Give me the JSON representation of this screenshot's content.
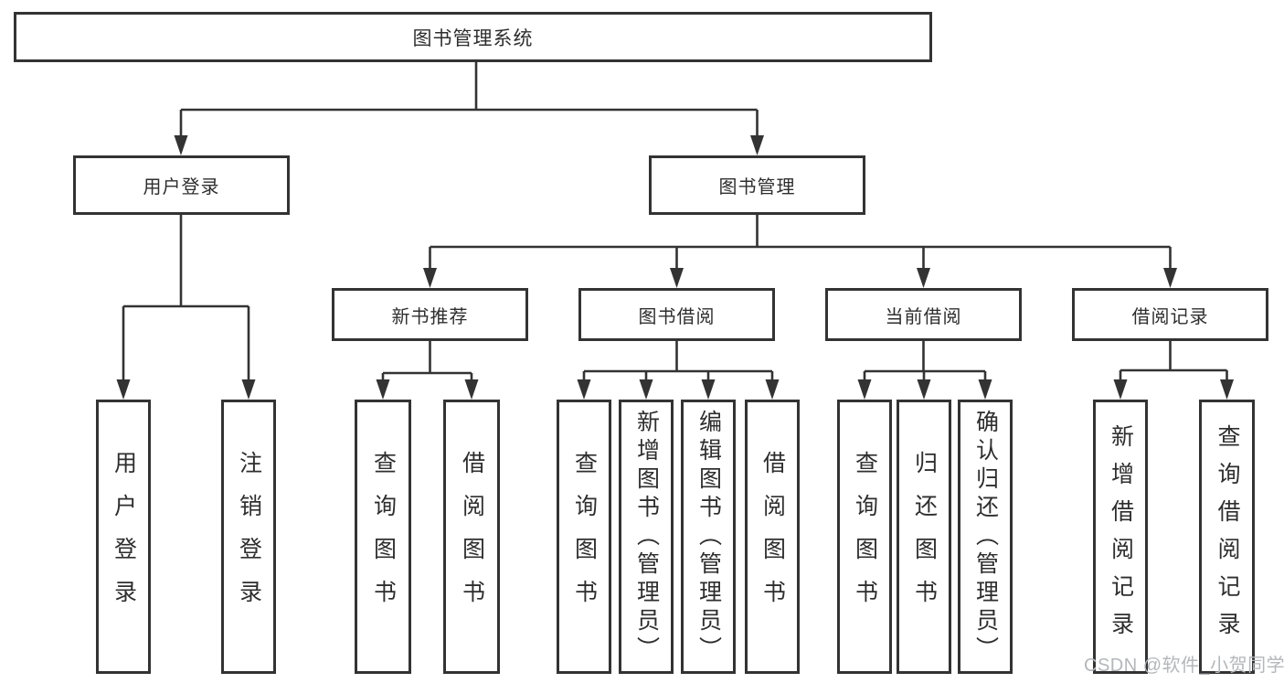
{
  "diagram_title": "图书管理系统",
  "tree": {
    "label": "图书管理系统",
    "children": [
      {
        "label": "用户登录",
        "children": [
          {
            "label": "用户登录"
          },
          {
            "label": "注销登录"
          }
        ]
      },
      {
        "label": "图书管理",
        "children": [
          {
            "label": "新书推荐",
            "children": [
              {
                "label": "查询图书"
              },
              {
                "label": "借阅图书"
              }
            ]
          },
          {
            "label": "图书借阅",
            "children": [
              {
                "label": "查询图书"
              },
              {
                "label": "新增图书（管理员）"
              },
              {
                "label": "编辑图书（管理员）"
              },
              {
                "label": "借阅图书"
              }
            ]
          },
          {
            "label": "当前借阅",
            "children": [
              {
                "label": "查询图书"
              },
              {
                "label": "归还图书"
              },
              {
                "label": "确认归还（管理员）"
              }
            ]
          },
          {
            "label": "借阅记录",
            "children": [
              {
                "label": "新增借阅记录"
              },
              {
                "label": "查询借阅记录"
              }
            ]
          }
        ]
      }
    ]
  },
  "watermark": "CSDN @软件_小贺同学",
  "colors": {
    "line": "#333333",
    "watermark": "#b4b7ba",
    "background": "#ffffff"
  }
}
